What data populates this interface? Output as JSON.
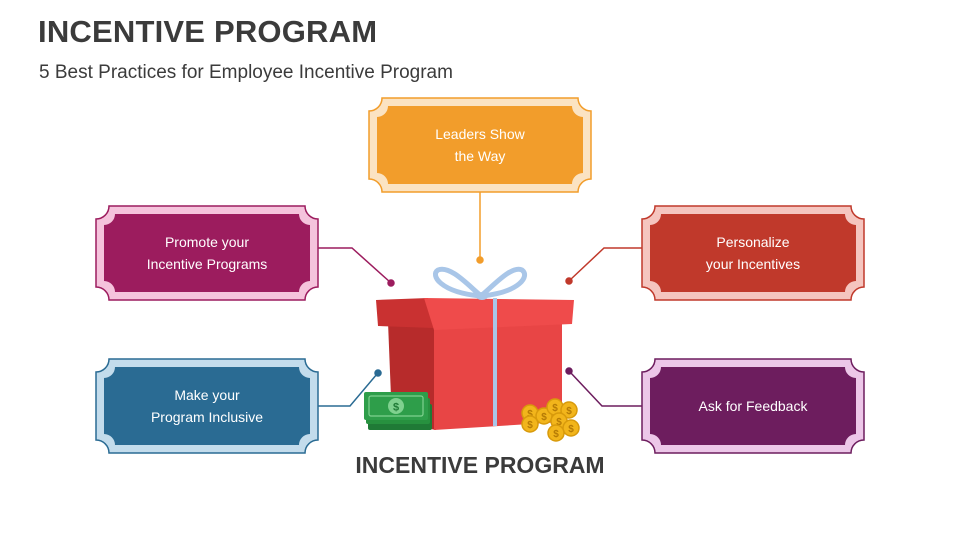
{
  "header": {
    "title": "INCENTIVE PROGRAM",
    "subtitle": "5 Best Practices for Employee Incentive Program"
  },
  "center": {
    "label": "INCENTIVE PROGRAM",
    "icons": [
      "gift-box-icon",
      "money-stack-icon",
      "coins-icon"
    ]
  },
  "practices": [
    {
      "id": "top",
      "text": "Leaders Show\nthe Way",
      "fill": "#f29d2b",
      "border": "#fbe3c2"
    },
    {
      "id": "left-upper",
      "text": "Promote your\nIncentive Programs",
      "fill": "#9c1c5e",
      "border": "#f5c3dc"
    },
    {
      "id": "right-upper",
      "text": "Personalize\nyour Incentives",
      "fill": "#c0392b",
      "border": "#f5c5bf"
    },
    {
      "id": "left-lower",
      "text": "Make your\nProgram Inclusive",
      "fill": "#2a6b93",
      "border": "#c3dcec"
    },
    {
      "id": "right-lower",
      "text": "Ask for Feedback",
      "fill": "#6d1d5e",
      "border": "#ecc7e8"
    }
  ],
  "colors": {
    "gift_box": "#e84545",
    "gift_box_dark": "#b72b2b",
    "ribbon": "#a9c6e8",
    "money": "#2e9e4a",
    "coins": "#f2b51b",
    "text_dark": "#3b3b3b"
  }
}
